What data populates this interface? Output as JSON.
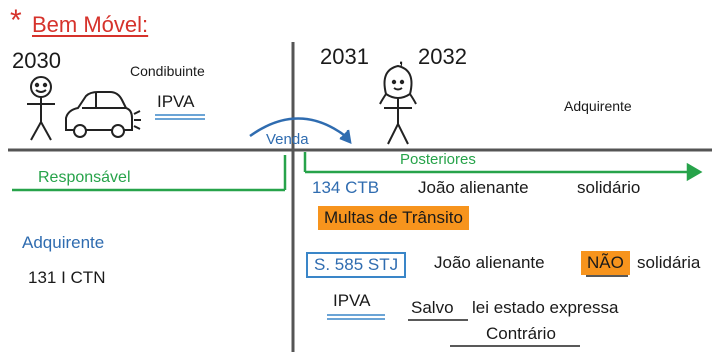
{
  "title": {
    "star": "*",
    "text": "Bem Móvel:"
  },
  "years": {
    "left": "2030",
    "right_a": "2031",
    "comma": ",",
    "right_b": "2032"
  },
  "labels": {
    "condibuinte": "Condibuinte",
    "ipva_top": "IPVA",
    "adquirente_right": "Adquirente",
    "venda": "Venda",
    "posteriores": "Posteriores",
    "responsavel": "Responsável",
    "adquirente_left": "Adquirente",
    "ctn": "131 I CTN",
    "ctb": "134 CTB",
    "joao1": "João alienante",
    "solidario1": "solidário",
    "multas": "Multas de Trânsito",
    "sumula": "S. 585 STJ",
    "joao2": "João alienante",
    "nao": "NÃO",
    "solidaria2": "solidária",
    "ipva_bottom": "IPVA",
    "salvo": "Salvo",
    "lei": "lei estado expressa",
    "contrario": "Contrário"
  },
  "colors": {
    "red": "#d6322b",
    "blue": "#2f6cb0",
    "green": "#27a34a",
    "orange": "#f7941d",
    "line": "#444444"
  }
}
